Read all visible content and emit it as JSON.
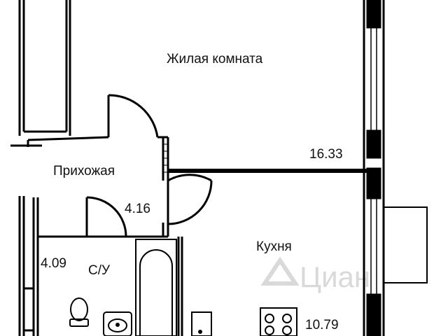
{
  "rooms": [
    {
      "name": "Жилая комната",
      "area": "16.33"
    },
    {
      "name": "Прихожая",
      "area": "4.16"
    },
    {
      "name": "С/У",
      "area": "4.09"
    },
    {
      "name": "Кухня",
      "area": "10.79"
    }
  ],
  "watermark": {
    "brand": "Циан"
  },
  "colors": {
    "wall": "#000000",
    "window": "#ffffff",
    "background": "#ffffff",
    "watermark": "#d9d9d9"
  }
}
